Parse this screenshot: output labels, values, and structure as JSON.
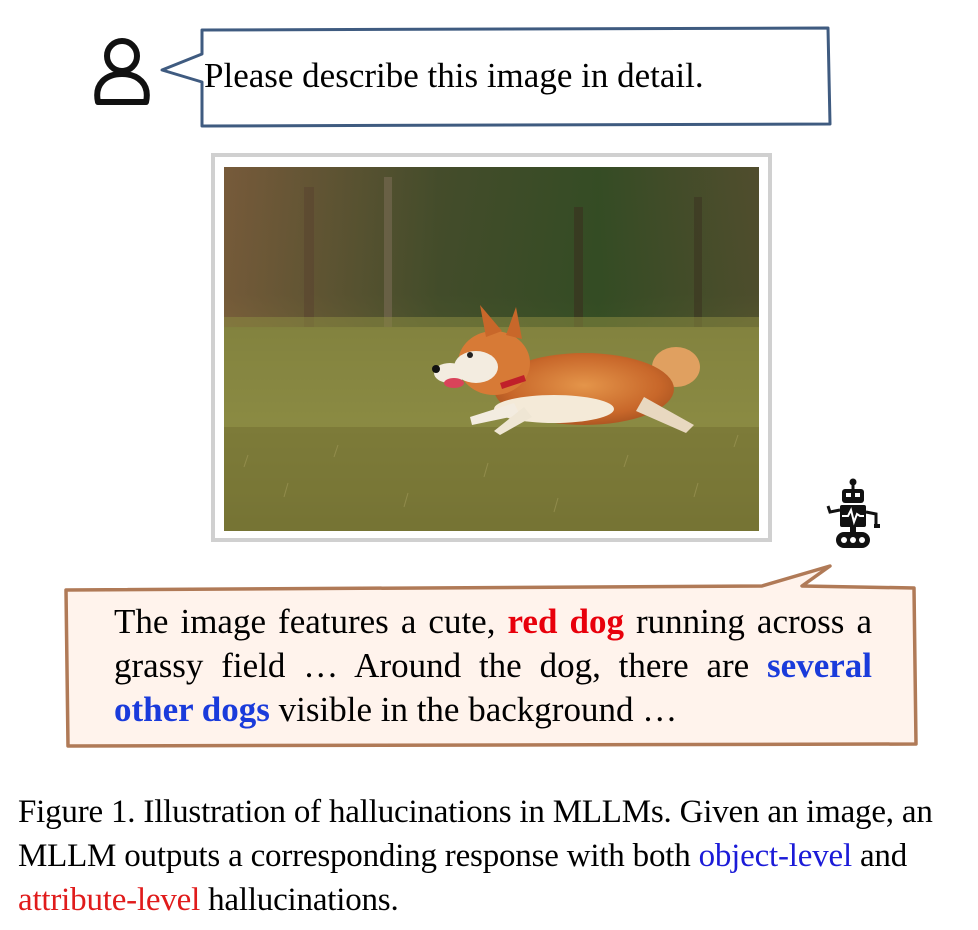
{
  "prompt": {
    "text": "Please describe this image in detail."
  },
  "response": {
    "part1": "The image features a cute, ",
    "hl_attribute": "red dog",
    "part2": " running across a grassy field … Around the dog, there are ",
    "hl_object": "several other dogs",
    "part3": " visible in the background …"
  },
  "caption": {
    "part1": "Figure 1. Illustration of hallucinations in MLLMs. Given an image, an MLLM outputs a corresponding response with both ",
    "object_level": "object-level",
    "part2": " and ",
    "attribute_level": "attribute-level",
    "part3": " hallucinations."
  },
  "icons": {
    "user": "user-icon",
    "robot": "robot-icon"
  },
  "colors": {
    "user_bubble_bg": "#ffffff",
    "user_bubble_border": "#3f5b80",
    "response_bubble_bg": "#fff3ec",
    "response_bubble_border": "#b07a57",
    "attribute_highlight": "#e8000b",
    "object_highlight": "#1a3bdb",
    "caption_blue": "#1b1bd8",
    "caption_red": "#e01b1b"
  }
}
